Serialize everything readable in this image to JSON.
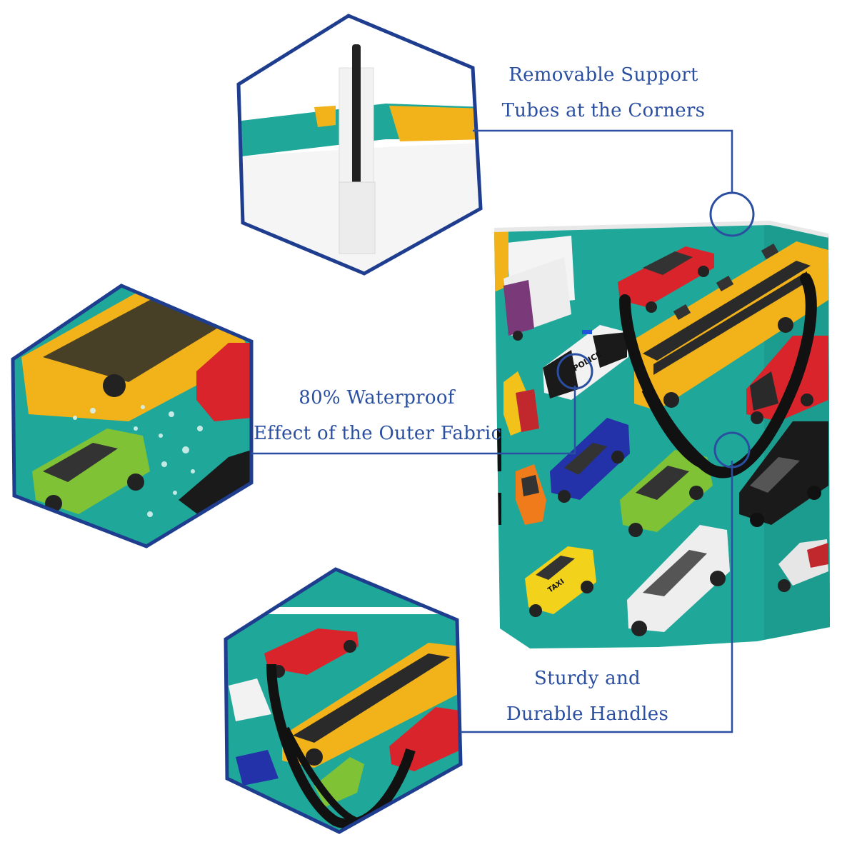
{
  "callouts": {
    "support": {
      "line1": "Removable Support",
      "line2": "Tubes at the Corners"
    },
    "waterproof": {
      "line1": "80% Waterproof",
      "line2": "Effect of the Outer Fabric"
    },
    "handles": {
      "line1": "Sturdy and",
      "line2": "Durable Handles"
    }
  },
  "print": {
    "police_text": "POLICE",
    "taxi_text": "TAXI"
  },
  "colors": {
    "accent_blue": "#2a4fa0",
    "teal": "#1fa89a",
    "bus_yellow": "#f2b21a",
    "handle_black": "#111111"
  },
  "icons": [
    "hexagon-detail-frame",
    "callout-ring"
  ]
}
